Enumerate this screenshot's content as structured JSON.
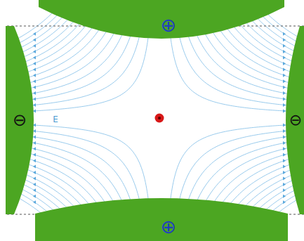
{
  "diagram": {
    "nodes": [
      {
        "text": [
          "⊕"
        ]
      },
      {
        "text": [
          "⊖"
        ]
      },
      {
        "text": [
          "⊖"
        ]
      },
      {
        "text": [
          "⊕"
        ]
      }
    ],
    "labels": [
      "E"
    ]
  }
}
